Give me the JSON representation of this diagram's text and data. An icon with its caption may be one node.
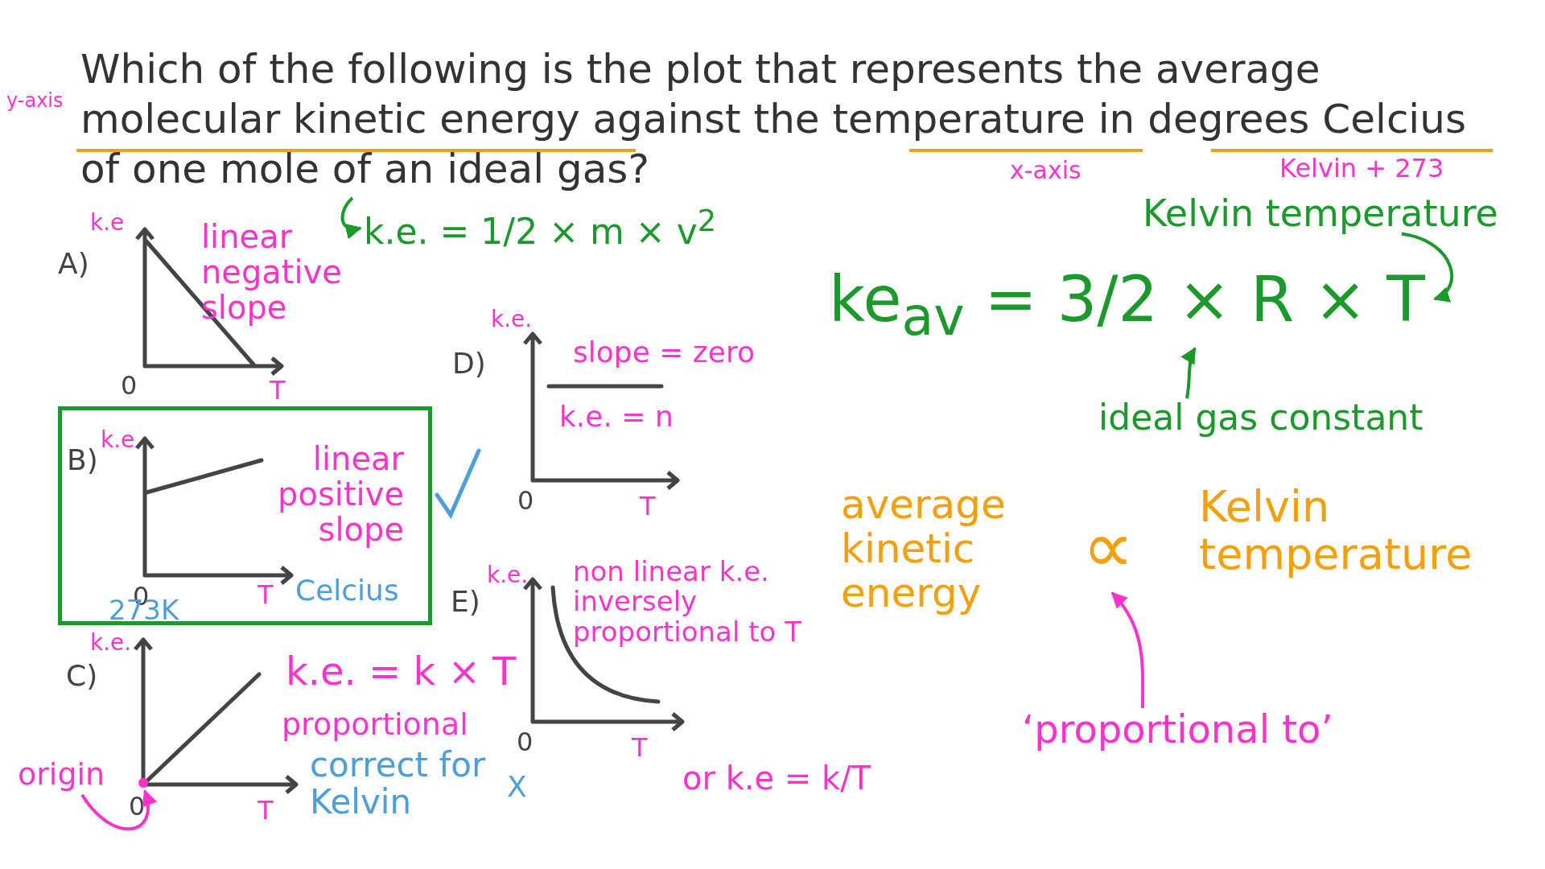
{
  "diagram": {
    "title": "Which of the following is the plot that represents the average molecular kinetic energy against the temperature in degrees Celcius of one mole of an ideal gas?",
    "nodes": [
      {
        "text": [
          "Kelvin temperature"
        ]
      },
      {
        "text": [
          "ke$_{av}$ = 3/2 × R × T"
        ]
      },
      {
        "text": [
          "ideal gas constant"
        ]
      },
      {
        "text": [
          "k.e. = 1/2 × m × v$^{2}$"
        ]
      },
      {
        "text": [
          "B)",
          "k.e",
          "0",
          "T",
          "linear positive slope",
          "Celcius",
          "273K"
        ]
      },
      {
        "text": [
          "origin"
        ]
      },
      {
        "text": [
          "∝"
        ]
      },
      {
        "text": [
          "‘proportional to’"
        ]
      },
      {
        "text": [],
        "shape": "circle"
      }
    ],
    "edges": [
      {
        "from": 0,
        "to": 1,
        "arrow": "to"
      },
      {
        "from": 2,
        "to": 1,
        "arrow": "to"
      },
      {
        "from": null,
        "to": 3,
        "arrow": "to"
      },
      {
        "from": 5,
        "to": 8,
        "arrow": "to",
        "color": "#ff33cc"
      },
      {
        "from": 7,
        "to": 6,
        "arrow": "to",
        "color": "#ff33cc"
      }
    ],
    "labels": [
      "y-axis",
      "x-axis",
      "Kelvin + 273",
      "k.e",
      "A)",
      "linear negative slope",
      "0",
      "T",
      "k.e.",
      "D)",
      "slope = zero",
      "k.e. = n",
      "0",
      "T",
      "k.e.",
      "C)",
      "k.e. = k × T",
      "proportional",
      "0",
      "T",
      "correct for Kelvin",
      "X",
      "k.e.",
      "E)",
      "non linear k.e. inversely proportional to T",
      "0",
      "T",
      "or k.e = k/T",
      "average kinetic energy",
      "Kelvin temperature"
    ]
  }
}
